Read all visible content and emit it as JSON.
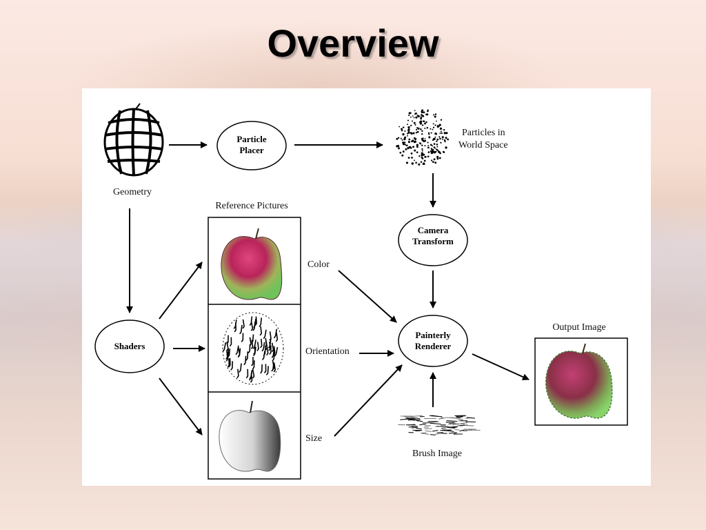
{
  "title": "Overview",
  "diagram": {
    "nodes": {
      "particle_placer": [
        "Particle",
        "Placer"
      ],
      "camera_transform": [
        "Camera",
        "Transform"
      ],
      "shaders": [
        "Shaders"
      ],
      "painterly_renderer": [
        "Painterly",
        "Renderer"
      ]
    },
    "labels": {
      "geometry": "Geometry",
      "particles_world": [
        "Particles in",
        "World Space"
      ],
      "reference_pictures": "Reference Pictures",
      "color": "Color",
      "orientation": "Orientation",
      "size": "Size",
      "brush_image": "Brush Image",
      "output_image": "Output Image"
    }
  },
  "colors": {
    "apple_red": "#b8245a",
    "apple_green": "#74c25a",
    "ink": "#000000"
  }
}
